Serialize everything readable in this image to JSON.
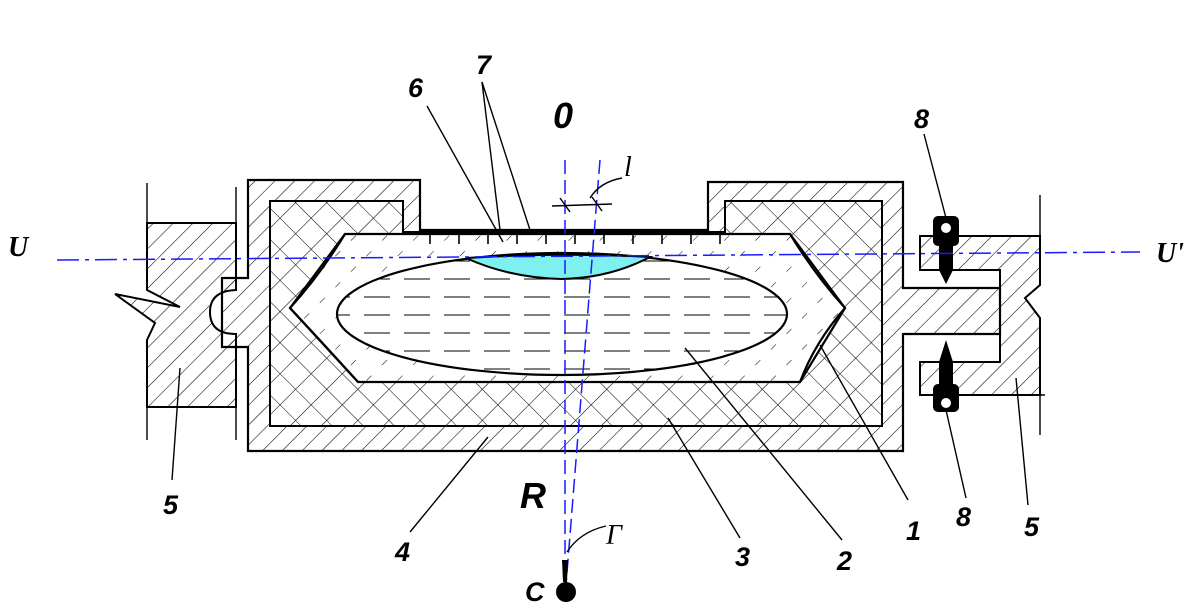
{
  "labels": {
    "part_1": "1",
    "part_2": "2",
    "part_3": "3",
    "part_4": "4",
    "part_5_left": "5",
    "part_5_right": "5",
    "part_6": "6",
    "part_7": "7",
    "part_8_top": "8",
    "part_8_bottom": "8",
    "axis_top": "0",
    "axis_left": "U",
    "axis_right": "U'",
    "radius": "R",
    "center": "C",
    "length": "l",
    "pointer": "Γ"
  },
  "colors": {
    "bubble": "#7ff0f0",
    "axis_lines": "#1a1aff",
    "outline": "#000000"
  }
}
